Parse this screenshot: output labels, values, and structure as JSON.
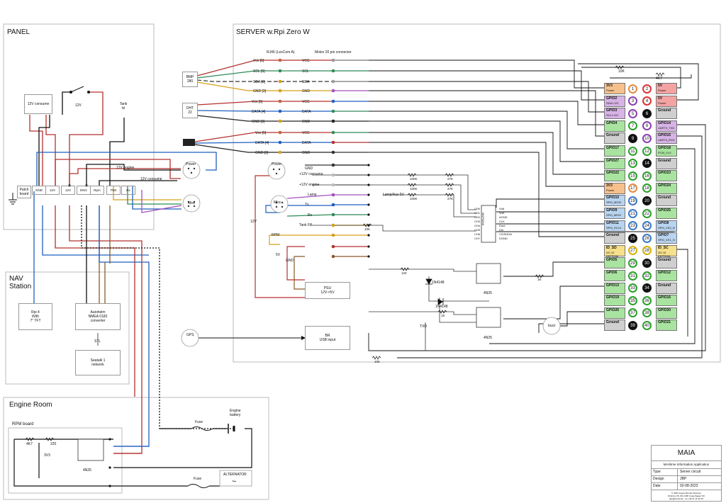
{
  "sections": {
    "panel": "PANEL",
    "server": "SERVER w.Rpi Zero W",
    "nav": "NAV\nStation",
    "engine": "Engine Room",
    "rpm_board": "RPM board"
  },
  "panel": {
    "consumer": "12V consume",
    "switch": "12V",
    "tank": "Tank\nlvl",
    "patch": "Patch\nboard",
    "header": [
      "GND",
      "12V",
      "12V",
      "ENG",
      "Rpm",
      "TNK",
      "Rx"
    ],
    "power": "Power",
    "misc": "Misc",
    "w_engine": "12V engine",
    "w_consume": "12V consume"
  },
  "nav": {
    "rpi": "Rpi 4\nWith\n7\" TFT",
    "autohelm": "Autohelm\nNMEA 0183\nconverter",
    "stl": "STL",
    "seatalk": "Seatalk 1\nnetwork"
  },
  "server": {
    "rj45": "RJ45 (LexCom A)",
    "molex": "Molex 20 pin connector",
    "bmp": "BMP\n280",
    "dht": "DHT\n22",
    "bmp_lines": [
      "Vcc [5]",
      "SCL [6]",
      "SDA [6]",
      "GND [3]"
    ],
    "dht_lines": [
      "Vcc [5]",
      "DATA [4]",
      "GND [3]"
    ],
    "ds_lines": [
      "Vcc [5]",
      "DATA [4]",
      "GND [3]"
    ],
    "molex_labels": [
      "VCC",
      "SCL",
      "SDA",
      "GND",
      "VCC",
      "DATA",
      "GND",
      "VCC",
      "DATA",
      "GND",
      "GND",
      "+12V consume",
      "+12V engine",
      "Lamp",
      "Tx",
      "Rx",
      "Tank Fill",
      "RPM"
    ],
    "power": "Power",
    "misc": "Misc",
    "v12": "12V",
    "v5": "5V",
    "gnd": "GND",
    "psu": "PSU\n12V->5V",
    "gps": "GPS",
    "bt_usb": "BR\nUSB input",
    "adc": "MCP3008",
    "adc_left": [
      "CH0",
      "CH1",
      "CH2",
      "CH3",
      "CH4",
      "CH5",
      "CH6",
      "CH7"
    ],
    "adc_right": [
      "Vdd",
      "Vref",
      "AGND",
      "CLK",
      "Dout",
      "Din",
      "CS/SHDN",
      "DGND"
    ],
    "res": [
      "10K",
      "4K7",
      "100K",
      "27K",
      "100K",
      "27K",
      "100K",
      "27K",
      "10K",
      "120",
      "1K",
      "1K",
      "10K"
    ],
    "diodes": [
      "1N4148",
      "1N4148"
    ],
    "opto": [
      "4N25",
      "4N25"
    ],
    "txd": "TXD",
    "lamp_label": "Lamp/Aux 5V",
    "buzz": "buzz"
  },
  "gpio": {
    "left": [
      {
        "name": "3V3",
        "sub": "Power",
        "color": "#f6c08c"
      },
      {
        "name": "GPIO2",
        "sub": "SDA1 I2C",
        "color": "#d7b3e6"
      },
      {
        "name": "GPIO3",
        "sub": "SCL1 I2C",
        "color": "#d7b3e6"
      },
      {
        "name": "GPIO4",
        "sub": "",
        "color": "#a9e3a0"
      },
      {
        "name": "Ground",
        "sub": "",
        "color": "#cfcfcf"
      },
      {
        "name": "GPIO17",
        "sub": "",
        "color": "#a9e3a0"
      },
      {
        "name": "GPIO27",
        "sub": "",
        "color": "#a9e3a0"
      },
      {
        "name": "GPIO22",
        "sub": "",
        "color": "#a9e3a0"
      },
      {
        "name": "3V3",
        "sub": "Power",
        "color": "#f6c08c"
      },
      {
        "name": "GPIO10",
        "sub": "SPI0_MOSI",
        "color": "#b9d4f0"
      },
      {
        "name": "GPIO9",
        "sub": "SPI0_MISO",
        "color": "#b9d4f0"
      },
      {
        "name": "GPIO11",
        "sub": "SPI0_SCLK",
        "color": "#b9d4f0"
      },
      {
        "name": "Ground",
        "sub": "",
        "color": "#cfcfcf"
      },
      {
        "name": "ID_SD",
        "sub": "I2C ID EEPROM",
        "color": "#f6e08c"
      },
      {
        "name": "GPIO5",
        "sub": "",
        "color": "#a9e3a0"
      },
      {
        "name": "GPIO6",
        "sub": "",
        "color": "#a9e3a0"
      },
      {
        "name": "GPIO13",
        "sub": "",
        "color": "#a9e3a0"
      },
      {
        "name": "GPIO19",
        "sub": "",
        "color": "#a9e3a0"
      },
      {
        "name": "GPIO26",
        "sub": "",
        "color": "#a9e3a0"
      },
      {
        "name": "Ground",
        "sub": "",
        "color": "#cfcfcf"
      }
    ],
    "right": [
      {
        "name": "5V",
        "sub": "Power",
        "color": "#f4a3a3"
      },
      {
        "name": "5V",
        "sub": "Power",
        "color": "#f4a3a3"
      },
      {
        "name": "Ground",
        "sub": "",
        "color": "#cfcfcf"
      },
      {
        "name": "GPIO14",
        "sub": "UART0_TXD",
        "color": "#d7b3e6"
      },
      {
        "name": "GPIO15",
        "sub": "UART0_RXD",
        "color": "#d7b3e6"
      },
      {
        "name": "GPIO18",
        "sub": "PCM_CLK",
        "color": "#a9e3a0"
      },
      {
        "name": "Ground",
        "sub": "",
        "color": "#cfcfcf"
      },
      {
        "name": "GPIO23",
        "sub": "",
        "color": "#a9e3a0"
      },
      {
        "name": "GPIO24",
        "sub": "",
        "color": "#a9e3a0"
      },
      {
        "name": "Ground",
        "sub": "",
        "color": "#cfcfcf"
      },
      {
        "name": "GPIO25",
        "sub": "",
        "color": "#a9e3a0"
      },
      {
        "name": "GPIO8",
        "sub": "SPI0_CE0_N",
        "color": "#b9d4f0"
      },
      {
        "name": "GPIO7",
        "sub": "SPI0_CE1_N",
        "color": "#b9d4f0"
      },
      {
        "name": "ID_SC",
        "sub": "I2C ID EEPROM",
        "color": "#f6e08c"
      },
      {
        "name": "Ground",
        "sub": "",
        "color": "#cfcfcf"
      },
      {
        "name": "GPIO12",
        "sub": "",
        "color": "#a9e3a0"
      },
      {
        "name": "Ground",
        "sub": "",
        "color": "#cfcfcf"
      },
      {
        "name": "GPIO16",
        "sub": "",
        "color": "#a9e3a0"
      },
      {
        "name": "GPIO20",
        "sub": "",
        "color": "#a9e3a0"
      },
      {
        "name": "GPIO21",
        "sub": "",
        "color": "#a9e3a0"
      }
    ],
    "pins": [
      "1",
      "2",
      "3",
      "4",
      "5",
      "6",
      "7",
      "8",
      "9",
      "10",
      "11",
      "12",
      "13",
      "14",
      "15",
      "16",
      "17",
      "18",
      "19",
      "20",
      "21",
      "22",
      "23",
      "24",
      "25",
      "26",
      "27",
      "28",
      "29",
      "30",
      "31",
      "32",
      "33",
      "34",
      "35",
      "36",
      "37",
      "38",
      "39",
      "40"
    ],
    "res_10k": "10K",
    "res_4k7": "4K7"
  },
  "engine": {
    "fuse": "Fuse",
    "battery": "Engine\nbattery",
    "alternator": "ALTERNATOR",
    "alt_symbol": "~",
    "r1": "4K7",
    "r2": "220",
    "zener": "3V3",
    "opto": "4N25"
  },
  "title_block": {
    "title": "MAIA",
    "subtitle": "MAritime Information Application",
    "rows": [
      {
        "k": "Type",
        "v": "Server circuit"
      },
      {
        "k": "Design",
        "v": "JBP"
      },
      {
        "k": "Date",
        "v": "02-08-2023"
      }
    ],
    "footer": "© 2023 Jesper Bondo Petersen\nFinsbury 25, DK-2400 Copenhagen NV\njbp@bondo.dk · tel +45 21 11 00 46"
  }
}
